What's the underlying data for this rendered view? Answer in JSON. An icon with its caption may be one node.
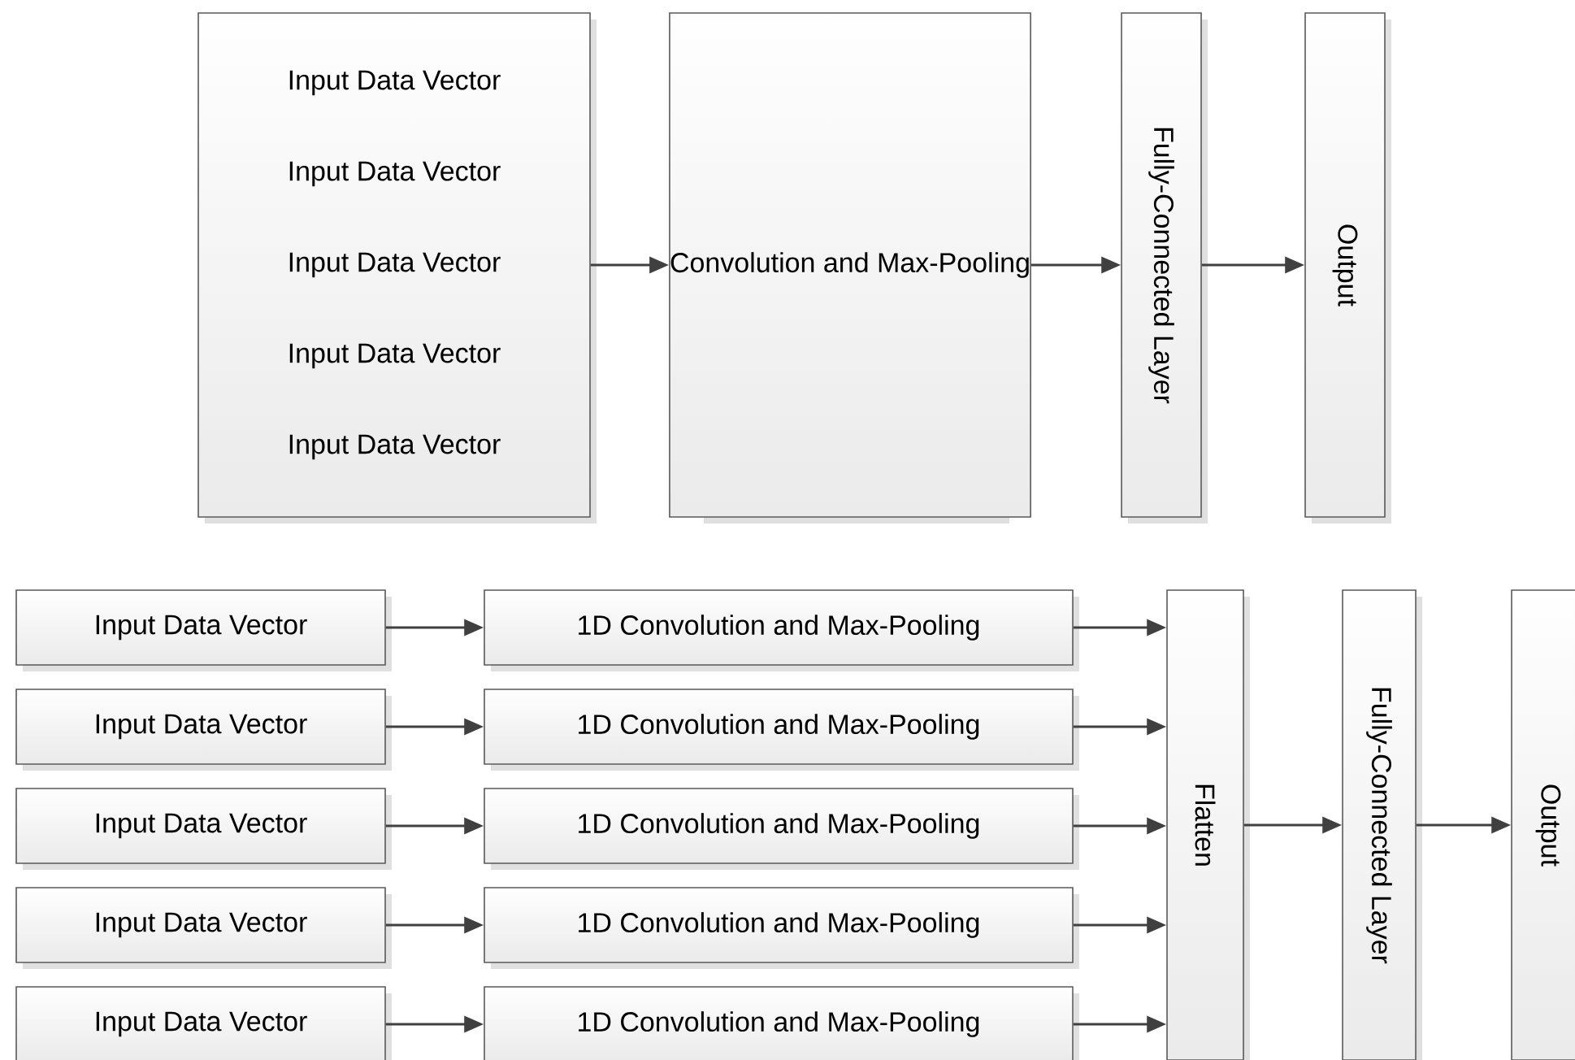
{
  "diagram": {
    "nodes": [
      {
        "text": [
          "Input Data Vector",
          "Input Data Vector",
          "Input Data Vector",
          "Input Data Vector",
          "Input Data Vector"
        ]
      },
      {
        "text": [
          "Convolution and Max-Pooling"
        ]
      },
      {
        "text": [
          "Fully-Connected Layer"
        ]
      },
      {
        "text": [
          "Output"
        ]
      },
      {
        "text": [
          "Input Data Vector"
        ]
      },
      {
        "text": [
          "1D Convolution and Max-Pooling"
        ]
      },
      {
        "text": [
          "Input Data Vector"
        ]
      },
      {
        "text": [
          "1D Convolution and Max-Pooling"
        ]
      },
      {
        "text": [
          "Input Data Vector"
        ]
      },
      {
        "text": [
          "1D Convolution and Max-Pooling"
        ]
      },
      {
        "text": [
          "Input Data Vector"
        ]
      },
      {
        "text": [
          "1D Convolution and Max-Pooling"
        ]
      },
      {
        "text": [
          "Input Data Vector"
        ]
      },
      {
        "text": [
          "1D Convolution and Max-Pooling"
        ]
      },
      {
        "text": [
          "Flatten"
        ]
      },
      {
        "text": [
          "Fully-Connected Layer"
        ]
      },
      {
        "text": [
          "Output"
        ]
      }
    ],
    "edges": [
      {
        "from": 0,
        "to": 1,
        "arrow": "to"
      },
      {
        "from": 1,
        "to": 2,
        "arrow": "to"
      },
      {
        "from": 2,
        "to": 3,
        "arrow": "to"
      },
      {
        "from": 4,
        "to": 5,
        "arrow": "to"
      },
      {
        "from": 6,
        "to": 7,
        "arrow": "to"
      },
      {
        "from": 8,
        "to": 9,
        "arrow": "to"
      },
      {
        "from": 10,
        "to": 11,
        "arrow": "to"
      },
      {
        "from": 12,
        "to": 13,
        "arrow": "to"
      },
      {
        "from": 5,
        "to": 14,
        "arrow": "to"
      },
      {
        "from": 7,
        "to": 14,
        "arrow": "to"
      },
      {
        "from": 9,
        "to": 14,
        "arrow": "to"
      },
      {
        "from": 11,
        "to": 14,
        "arrow": "to"
      },
      {
        "from": 13,
        "to": 14,
        "arrow": "to"
      },
      {
        "from": 14,
        "to": 15,
        "arrow": "to"
      },
      {
        "from": 15,
        "to": 16,
        "arrow": "to"
      }
    ]
  }
}
